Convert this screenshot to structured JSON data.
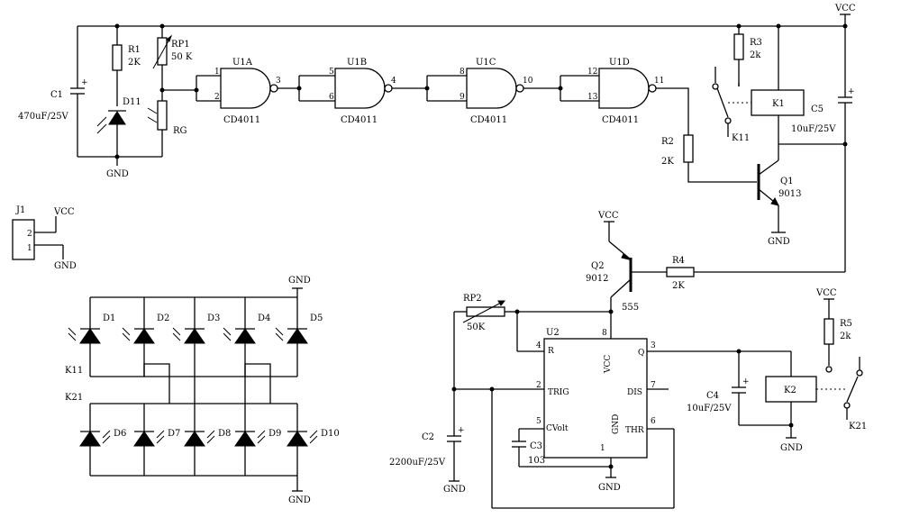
{
  "labels": {
    "vcc_top": "VCC",
    "r1": "R1",
    "r1_val": "2K",
    "rp1": "RP1",
    "rp1_val": "50 K",
    "rg": "RG",
    "d11": "D11",
    "c1": "C1",
    "c1_val": "470uF/25V",
    "gnd1": "GND",
    "u1a": "U1A",
    "u1a_p1": "1",
    "u1a_p2": "2",
    "u1a_p3": "3",
    "u1a_chip": "CD4011",
    "u1b": "U1B",
    "u1b_p5": "5",
    "u1b_p6": "6",
    "u1b_p4": "4",
    "u1b_chip": "CD4011",
    "u1c": "U1C",
    "u1c_p8": "8",
    "u1c_p9": "9",
    "u1c_p10": "10",
    "u1c_chip": "CD4011",
    "u1d": "U1D",
    "u1d_p12": "12",
    "u1d_p13": "13",
    "u1d_p11": "11",
    "u1d_chip": "CD4011",
    "r3": "R3",
    "r3_val": "2k",
    "k1": "K1",
    "k11": "K11",
    "c5": "C5",
    "c5_val": "10uF/25V",
    "r2": "R2",
    "r2_val": "2K",
    "q1": "Q1",
    "q1_val": "9013",
    "gnd_q1": "GND",
    "j1": "J1",
    "j1_p2": "2",
    "j1_p1": "1",
    "j1_vcc": "VCC",
    "j1_gnd": "GND",
    "vcc_q2": "VCC",
    "q2": "Q2",
    "q2_val": "9012",
    "r4": "R4",
    "r4_val": "2K",
    "rp2": "RP2",
    "rp2_val": "50K",
    "u2": "U2",
    "u2_chip": "555",
    "pin4": "4",
    "pin_r": "R",
    "pin8": "8",
    "pin_vcc": "VCC",
    "pin3": "3",
    "pin_q": "Q",
    "pin2": "2",
    "pin_trig": "TRIG",
    "pin7": "7",
    "pin_dis": "DIS",
    "pin5": "5",
    "pin_cvolt": "CVolt",
    "pin_gnd": "GND",
    "pin1": "1",
    "pin6": "6",
    "pin_thr": "THR",
    "c3": "C3",
    "c3_val": "103",
    "c2": "C2",
    "c2_val": "2200uF/25V",
    "gnd_c2": "GND",
    "gnd_u2": "GND",
    "c4": "C4",
    "c4_val": "10uF/25V",
    "k2": "K2",
    "k21": "K21",
    "vcc_r5": "VCC",
    "r5": "R5",
    "r5_val": "2k",
    "gnd_k2": "GND",
    "gnd_led_top": "GND",
    "gnd_led_bot": "GND",
    "k11_net": "K11",
    "k21_net": "K21",
    "d1": "D1",
    "d2": "D2",
    "d3": "D3",
    "d4": "D4",
    "d5": "D5",
    "d6": "D6",
    "d7": "D7",
    "d8": "D8",
    "d9": "D9",
    "d10": "D10"
  }
}
